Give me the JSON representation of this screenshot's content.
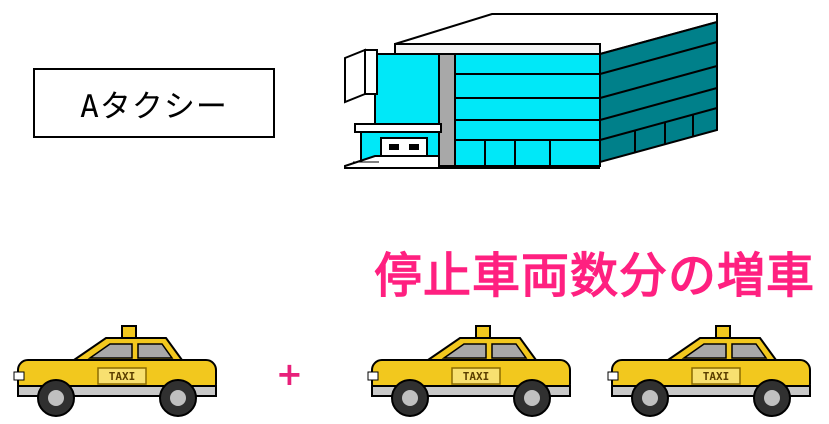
{
  "company": {
    "name": "Aタクシー"
  },
  "headline": "停止車両数分の増車",
  "operator": "+",
  "taxi": {
    "sign_text": "TAXI"
  },
  "colors": {
    "headline": "#ff2080",
    "building_glass": "#00e8f8",
    "taxi_body": "#f2c81e"
  },
  "icons": [
    "building-icon",
    "taxi-icon",
    "taxi-icon",
    "taxi-icon"
  ]
}
